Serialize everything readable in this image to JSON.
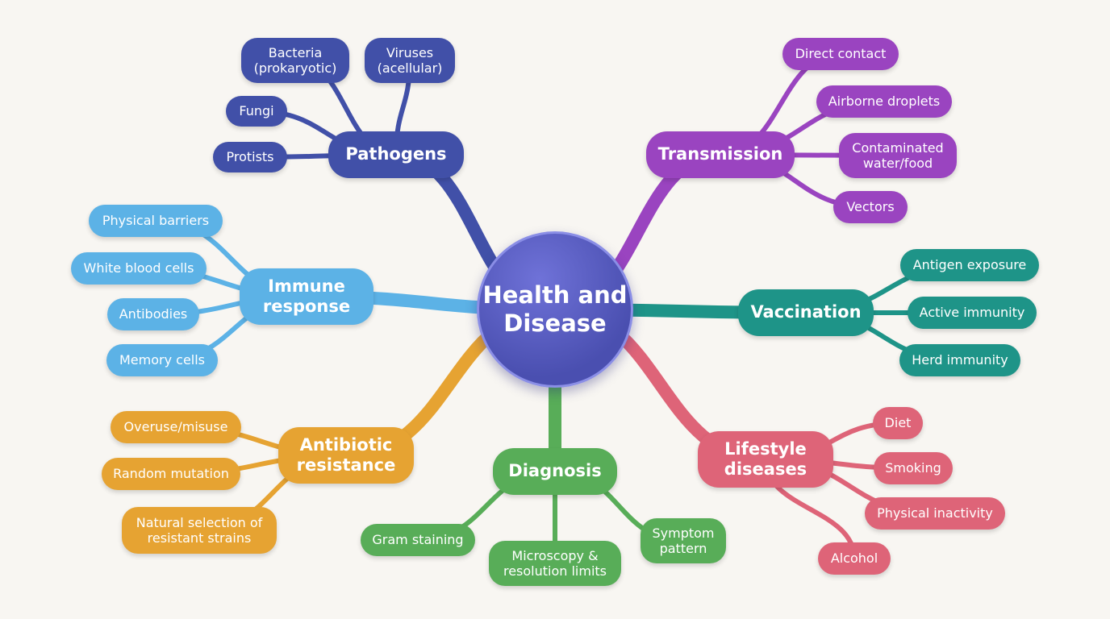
{
  "center": {
    "label": "Health and\nDisease",
    "color": "#5559c4"
  },
  "branches": [
    {
      "id": "pathogens",
      "label": "Pathogens",
      "color": "#4150a8",
      "children": [
        {
          "id": "bacteria",
          "label": "Bacteria\n(prokaryotic)"
        },
        {
          "id": "viruses",
          "label": "Viruses\n(acellular)"
        },
        {
          "id": "fungi",
          "label": "Fungi"
        },
        {
          "id": "protists",
          "label": "Protists"
        }
      ]
    },
    {
      "id": "transmission",
      "label": "Transmission",
      "color": "#9a44c0",
      "children": [
        {
          "id": "direct-contact",
          "label": "Direct contact"
        },
        {
          "id": "airborne-droplets",
          "label": "Airborne droplets"
        },
        {
          "id": "contaminated-water-food",
          "label": "Contaminated\nwater/food"
        },
        {
          "id": "vectors",
          "label": "Vectors"
        }
      ]
    },
    {
      "id": "immune-response",
      "label": "Immune\nresponse",
      "color": "#5cb2e6",
      "children": [
        {
          "id": "physical-barriers",
          "label": "Physical barriers"
        },
        {
          "id": "white-blood-cells",
          "label": "White blood cells"
        },
        {
          "id": "antibodies",
          "label": "Antibodies"
        },
        {
          "id": "memory-cells",
          "label": "Memory cells"
        }
      ]
    },
    {
      "id": "vaccination",
      "label": "Vaccination",
      "color": "#1e9488",
      "children": [
        {
          "id": "antigen-exposure",
          "label": "Antigen exposure"
        },
        {
          "id": "active-immunity",
          "label": "Active immunity"
        },
        {
          "id": "herd-immunity",
          "label": "Herd immunity"
        }
      ]
    },
    {
      "id": "antibiotic-resistance",
      "label": "Antibiotic\nresistance",
      "color": "#e6a332",
      "children": [
        {
          "id": "overuse-misuse",
          "label": "Overuse/misuse"
        },
        {
          "id": "random-mutation",
          "label": "Random mutation"
        },
        {
          "id": "natural-selection",
          "label": "Natural selection of\nresistant strains"
        }
      ]
    },
    {
      "id": "diagnosis",
      "label": "Diagnosis",
      "color": "#58ad58",
      "children": [
        {
          "id": "gram-staining",
          "label": "Gram staining"
        },
        {
          "id": "microscopy",
          "label": "Microscopy &\nresolution limits"
        },
        {
          "id": "symptom-pattern",
          "label": "Symptom\npattern"
        }
      ]
    },
    {
      "id": "lifestyle-diseases",
      "label": "Lifestyle\ndiseases",
      "color": "#de6478",
      "children": [
        {
          "id": "diet",
          "label": "Diet"
        },
        {
          "id": "smoking",
          "label": "Smoking"
        },
        {
          "id": "physical-inactivity",
          "label": "Physical inactivity"
        },
        {
          "id": "alcohol",
          "label": "Alcohol"
        }
      ]
    }
  ]
}
